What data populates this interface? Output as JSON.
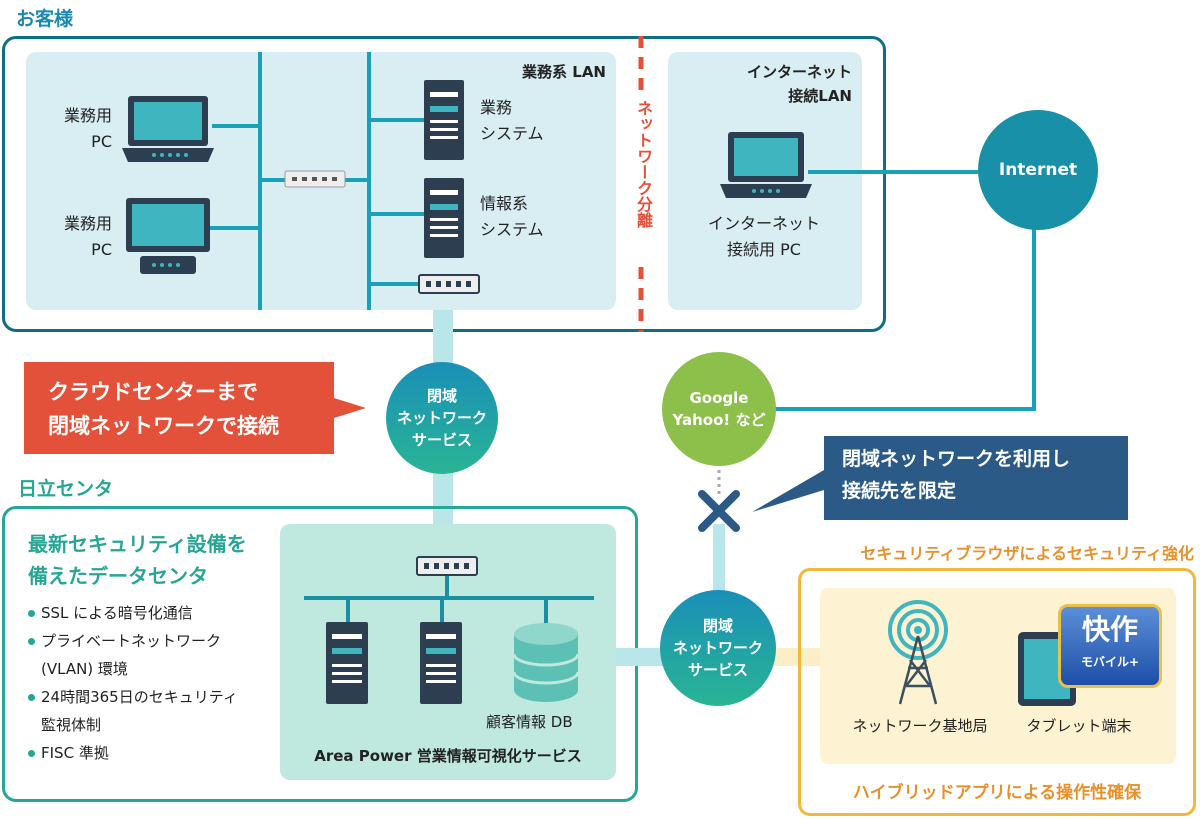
{
  "customer": {
    "title": "お客様",
    "business_lan_label": "業務系 LAN",
    "internet_lan_label_1": "インターネット",
    "internet_lan_label_2": "接続LAN",
    "pc1_label_1": "業務用",
    "pc1_label_2": "PC",
    "pc2_label_1": "業務用",
    "pc2_label_2": "PC",
    "server1_label_1": "業務",
    "server1_label_2": "システム",
    "server2_label_1": "情報系",
    "server2_label_2": "システム",
    "internet_pc_label_1": "インターネット",
    "internet_pc_label_2": "接続用 PC",
    "separation_label": "ネットワーク分離"
  },
  "internet": {
    "label": "Internet"
  },
  "closed_net_top": {
    "line1": "閉域",
    "line2": "ネットワーク",
    "line3": "サービス"
  },
  "closed_net_bottom": {
    "line1": "閉域",
    "line2": "ネットワーク",
    "line3": "サービス"
  },
  "google": {
    "line1": "Google",
    "line2": "Yahoo! など"
  },
  "callout_cloud": {
    "line1": "クラウドセンターまで",
    "line2": "閉域ネットワークで接続"
  },
  "callout_limit": {
    "line1": "閉域ネットワークを利用し",
    "line2": "接続先を限定"
  },
  "hitachi": {
    "title": "日立センタ",
    "heading_1": "最新セキュリティ設備を",
    "heading_2": "備えたデータセンタ",
    "bullets": [
      "SSL による暗号化通信",
      "プライベートネットワーク",
      "(VLAN) 環境",
      "24時間365日のセキュリティ",
      "監視体制",
      "FISC 準拠"
    ],
    "db_label": "顧客情報 DB",
    "service_label": "Area Power 営業情報可視化サービス"
  },
  "mobile": {
    "top_label": "セキュリティブラウザによるセキュリティ強化",
    "base_station_label": "ネットワーク基地局",
    "tablet_label": "タブレット端末",
    "bottom_label": "ハイブリッドアプリによる操作性確保",
    "logo_text": "快作",
    "logo_sub": "モバイル+"
  },
  "colors": {
    "teal_dark": "#0e6f84",
    "teal_line": "#1aa0b8",
    "circle_blue": "#1790a8",
    "circle_green": "#29a98e",
    "google_green": "#8cc04a",
    "red": "#e4513a",
    "navy": "#2b5a86",
    "orange": "#f3b73b"
  }
}
